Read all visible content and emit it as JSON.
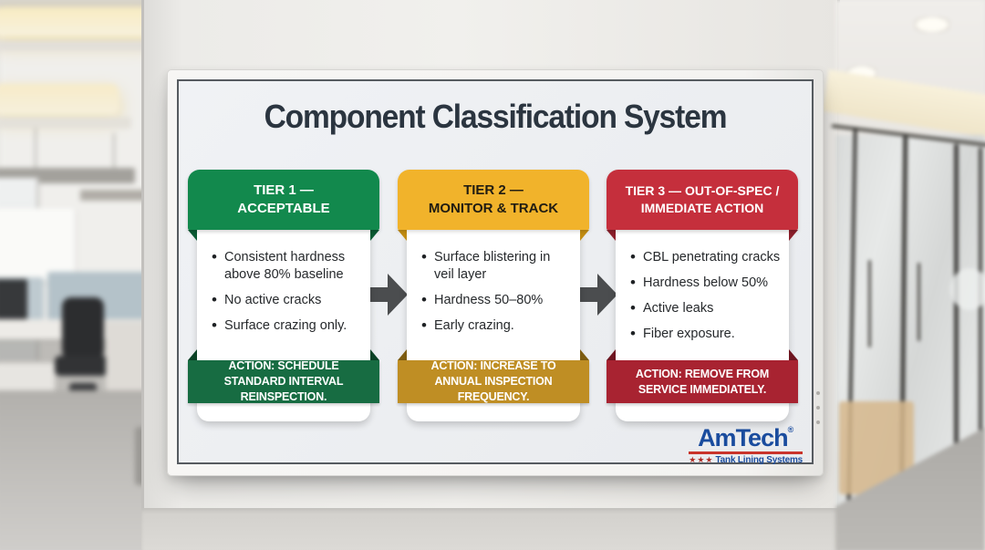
{
  "board": {
    "title": "Component Classification System",
    "title_color": "#2b3540",
    "arrow_color": "#4b4d4f",
    "tiers": [
      {
        "header_line1": "TIER 1 —",
        "header_line2": "ACCEPTABLE",
        "bullets": [
          "Consistent hardness above 80% baseline",
          "No active cracks",
          "Surface crazing only."
        ],
        "action": "ACTION: SCHEDULE STANDARD INTERVAL REINSPECTION.",
        "status_color": "#12894d",
        "action_color": "#176c42"
      },
      {
        "header_line1": "TIER 2 —",
        "header_line2": "MONITOR & TRACK",
        "bullets": [
          "Surface blistering in veil layer",
          "Hardness 50–80%",
          "Early crazing."
        ],
        "action": "ACTION: INCREASE TO ANNUAL INSPECTION FREQUENCY.",
        "status_color": "#f1b32b",
        "action_color": "#bf8e24"
      },
      {
        "header_line1": "TIER 3 — OUT-OF-SPEC /",
        "header_line2": "IMMEDIATE ACTION",
        "bullets": [
          "CBL penetrating cracks",
          "Hardness below 50%",
          "Active leaks",
          "Fiber exposure."
        ],
        "action": "ACTION: REMOVE FROM SERVICE IMMEDIATELY.",
        "status_color": "#c52f3c",
        "action_color": "#a82331"
      }
    ],
    "logo": {
      "name": "AmTech",
      "registered": "®",
      "stars": "★★★",
      "tagline": "Tank Lining Systems",
      "blue": "#1a4c9e",
      "red": "#c9342b"
    }
  }
}
